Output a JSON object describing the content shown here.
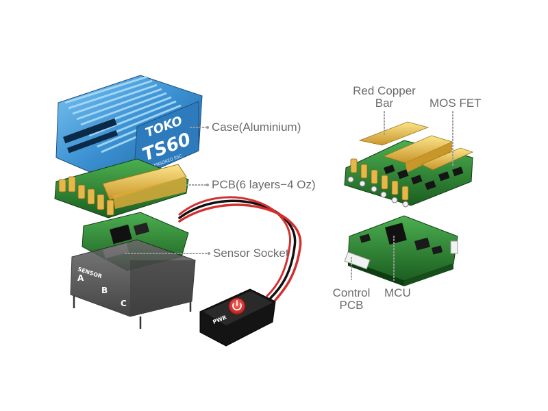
{
  "labels": {
    "case": "Case(Aluminium)",
    "pcb": "PCB(6 layers−4 Oz)",
    "sensor_socket": "Sensor Socket",
    "red_copper_bar_line1": "Red Copper",
    "red_copper_bar_line2": "Bar",
    "mos_fet": "MOS FET",
    "control_pcb_line1": "Control",
    "control_pcb_line2": "PCB",
    "mcu": "MCU"
  },
  "product_markings": {
    "brand": "TOKO",
    "model": "TS60",
    "sub": "SENSORED ESC",
    "sensor_port": "SENSOR",
    "phase_a": "A",
    "phase_b": "B",
    "phase_c": "C",
    "power_button": "PWR"
  },
  "colors": {
    "label_text": "#6b6b6b",
    "leader_dots": "#9a9a9a",
    "case_blue": "#3a8fd0",
    "pcb_green": "#2e7d32",
    "copper_gold": "#e0b640",
    "wire_red": "#d32f2f",
    "wire_black": "#111111",
    "switch_red": "#e53935"
  }
}
